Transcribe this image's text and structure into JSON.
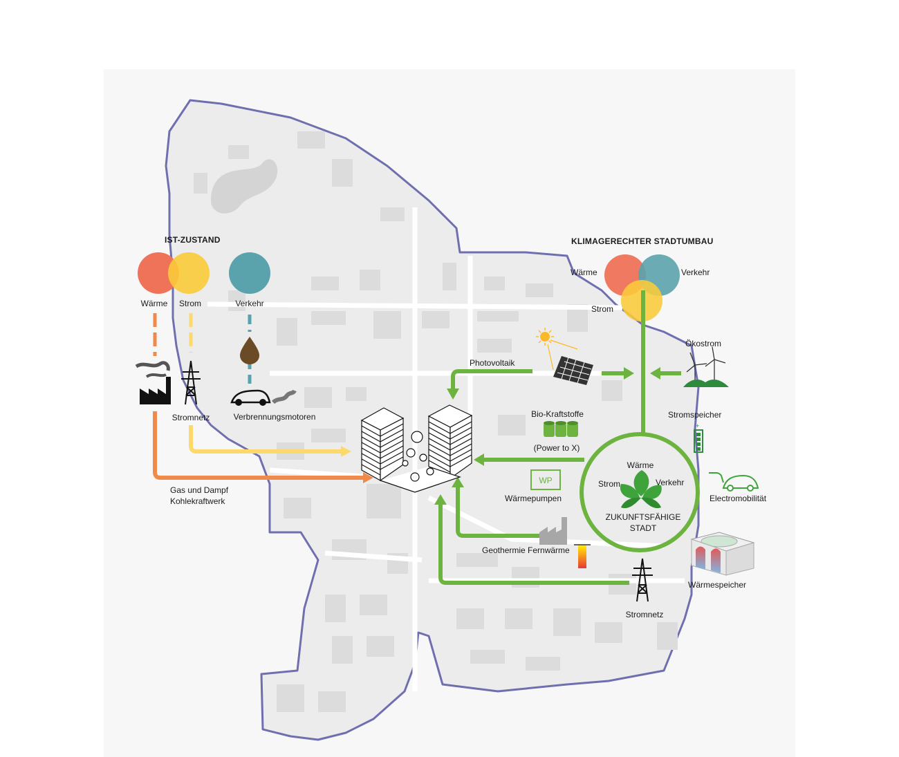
{
  "ist": {
    "title": "IST-ZUSTAND",
    "waerme": "Wärme",
    "strom": "Strom",
    "verkehr": "Verkehr",
    "stromnetz": "Stromnetz",
    "verbrennungsmotoren": "Verbrennungsmotoren",
    "kraftwerk_line1": "Gas und Dampf",
    "kraftwerk_line2": "Kohlekraftwerk"
  },
  "klima": {
    "title": "KLIMAGERECHTER STADTUMBAU",
    "waerme": "Wärme",
    "verkehr": "Verkehr",
    "strom": "Strom",
    "photovoltaik": "Photovoltaik",
    "oekostrom": "Ökostrom",
    "biokraftstoffe": "Bio-Kraftstoffe",
    "power_to_x": "(Power to X)",
    "wp_badge": "WP",
    "waermepumpen": "Wärmepumpen",
    "geothermie": "Geothermie Fernwärme",
    "stromnetz": "Stromnetz",
    "stromspeicher": "Stromspeicher",
    "elektromobilitaet": "Electromobilität",
    "waermespeicher": "Wärmespeicher"
  },
  "hub": {
    "waerme": "Wärme",
    "strom": "Strom",
    "verkehr": "Verkehr",
    "title_line1": "ZUKUNFTSFÄHIGE",
    "title_line2": "STADT"
  },
  "colors": {
    "waerme": "#ef7358",
    "strom": "#fbcb3a",
    "verkehr": "#5aa2ac",
    "green": "#6cb33f",
    "boundary": "#6f6fb0",
    "orange_flow": "#f08a4b",
    "yellow_flow": "#fdd86a"
  }
}
